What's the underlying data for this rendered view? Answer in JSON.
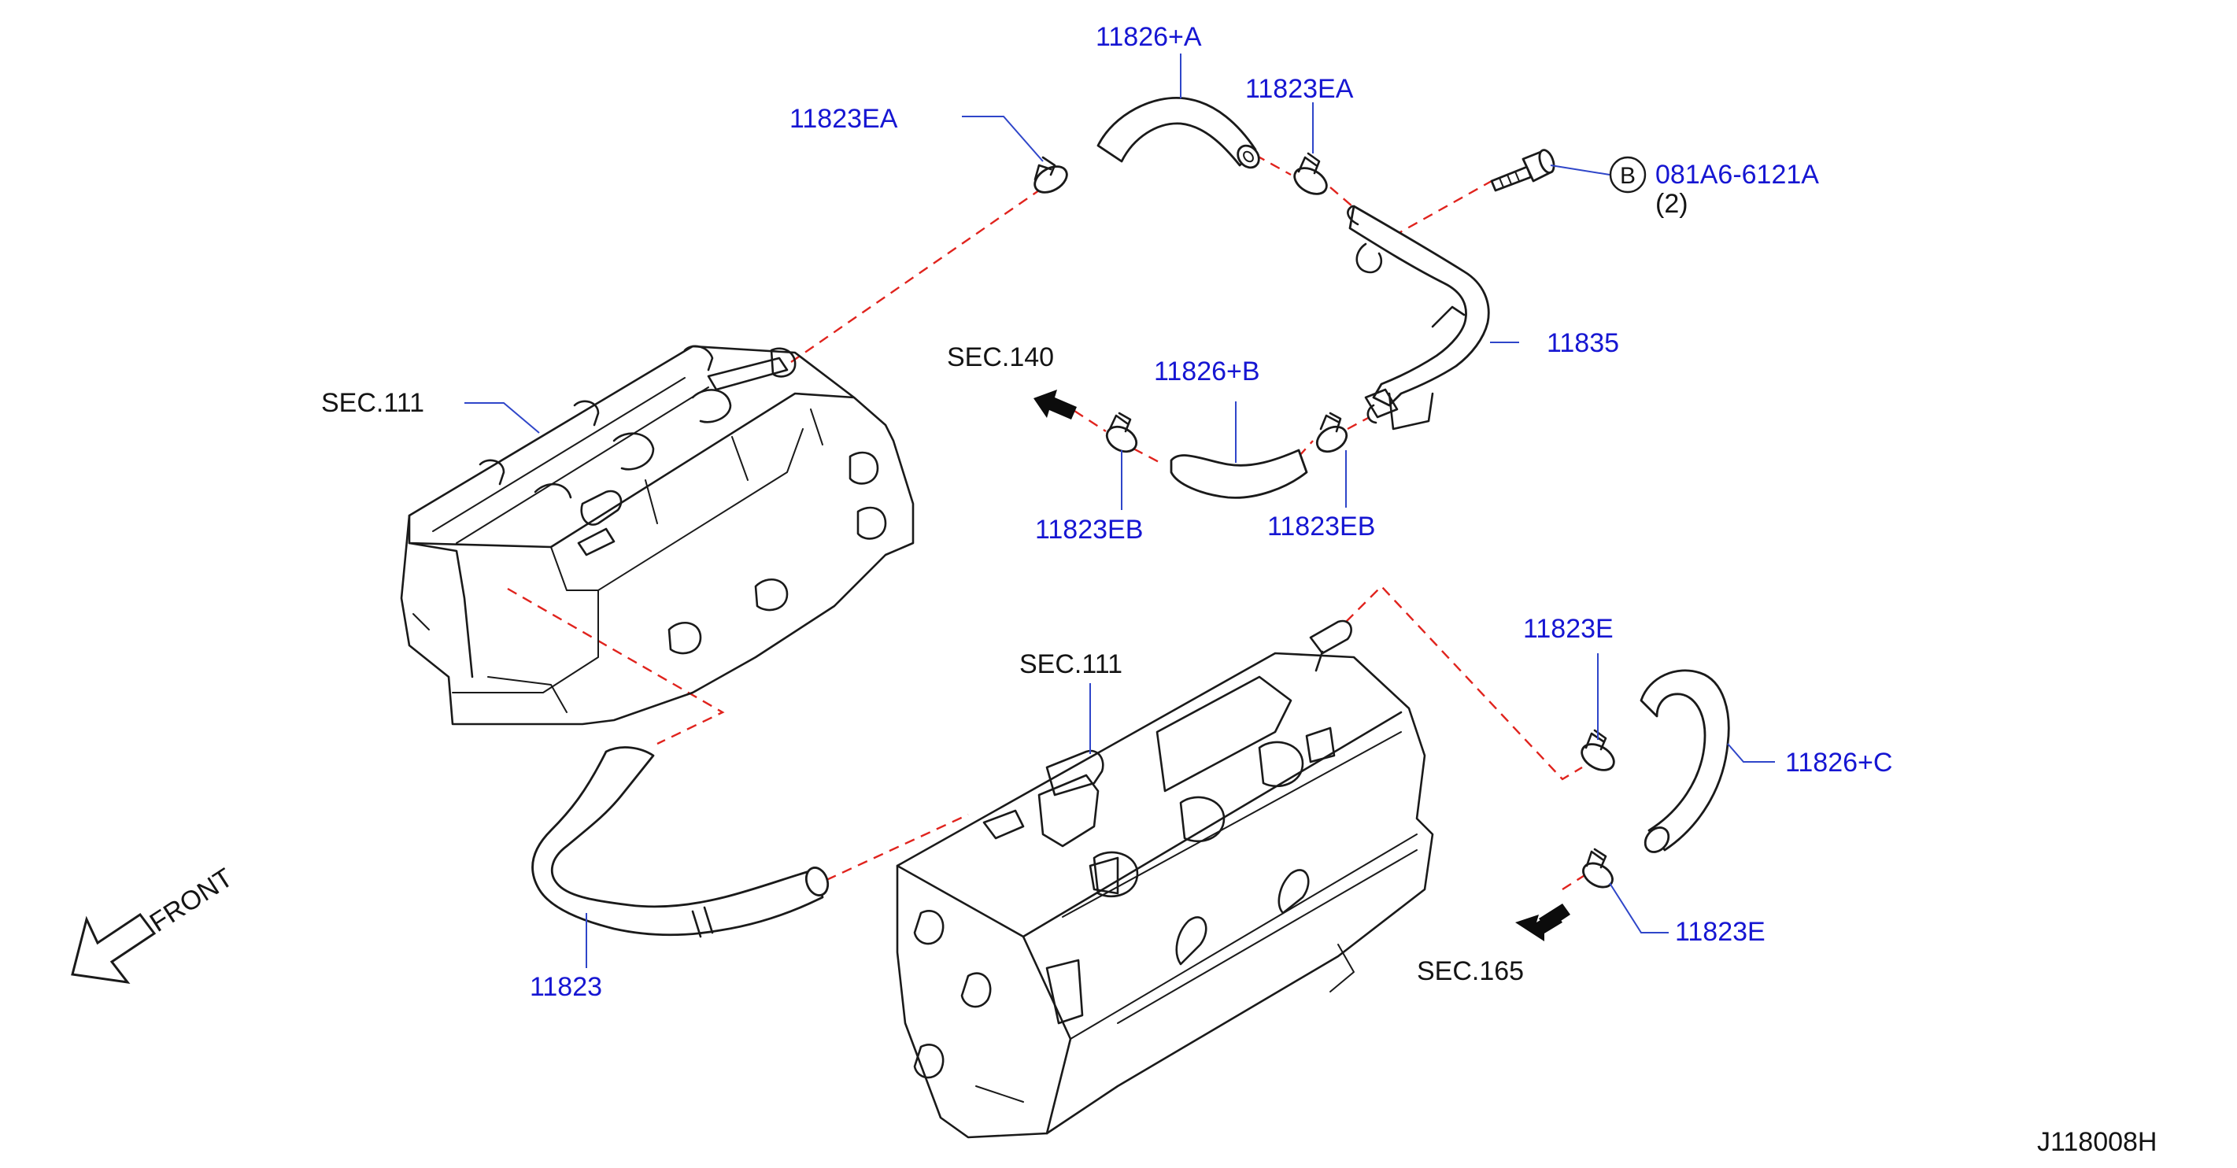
{
  "diagram_id": "J118008H",
  "colors": {
    "part_label": "#1616d2",
    "section_label": "#141414",
    "dash_line": "#e0231d",
    "leader": "#2f46c9"
  },
  "labels": {
    "hose_a": "11826+A",
    "clamp_ea_left": "11823EA",
    "clamp_ea_right": "11823EA",
    "bolt_circle": "B",
    "bolt_part": "081A6-6121A",
    "bolt_qty": "(2)",
    "tube": "11835",
    "hose_b": "11826+B",
    "clamp_eb_left": "11823EB",
    "clamp_eb_right": "11823EB",
    "sec_140": "SEC.140",
    "sec_111_left": "SEC.111",
    "sec_111_right": "SEC.111",
    "clamp_e_top": "11823E",
    "hose_c": "11826+C",
    "clamp_e_bottom": "11823E",
    "sec_165": "SEC.165",
    "hose_main": "11823",
    "front": "FRONT"
  },
  "icons": {
    "front_arrow": "outline-arrow-icon",
    "sec_arrow": "solid-arrow-icon",
    "clamp": "hose-clamp-icon",
    "bolt": "flange-bolt-icon"
  }
}
